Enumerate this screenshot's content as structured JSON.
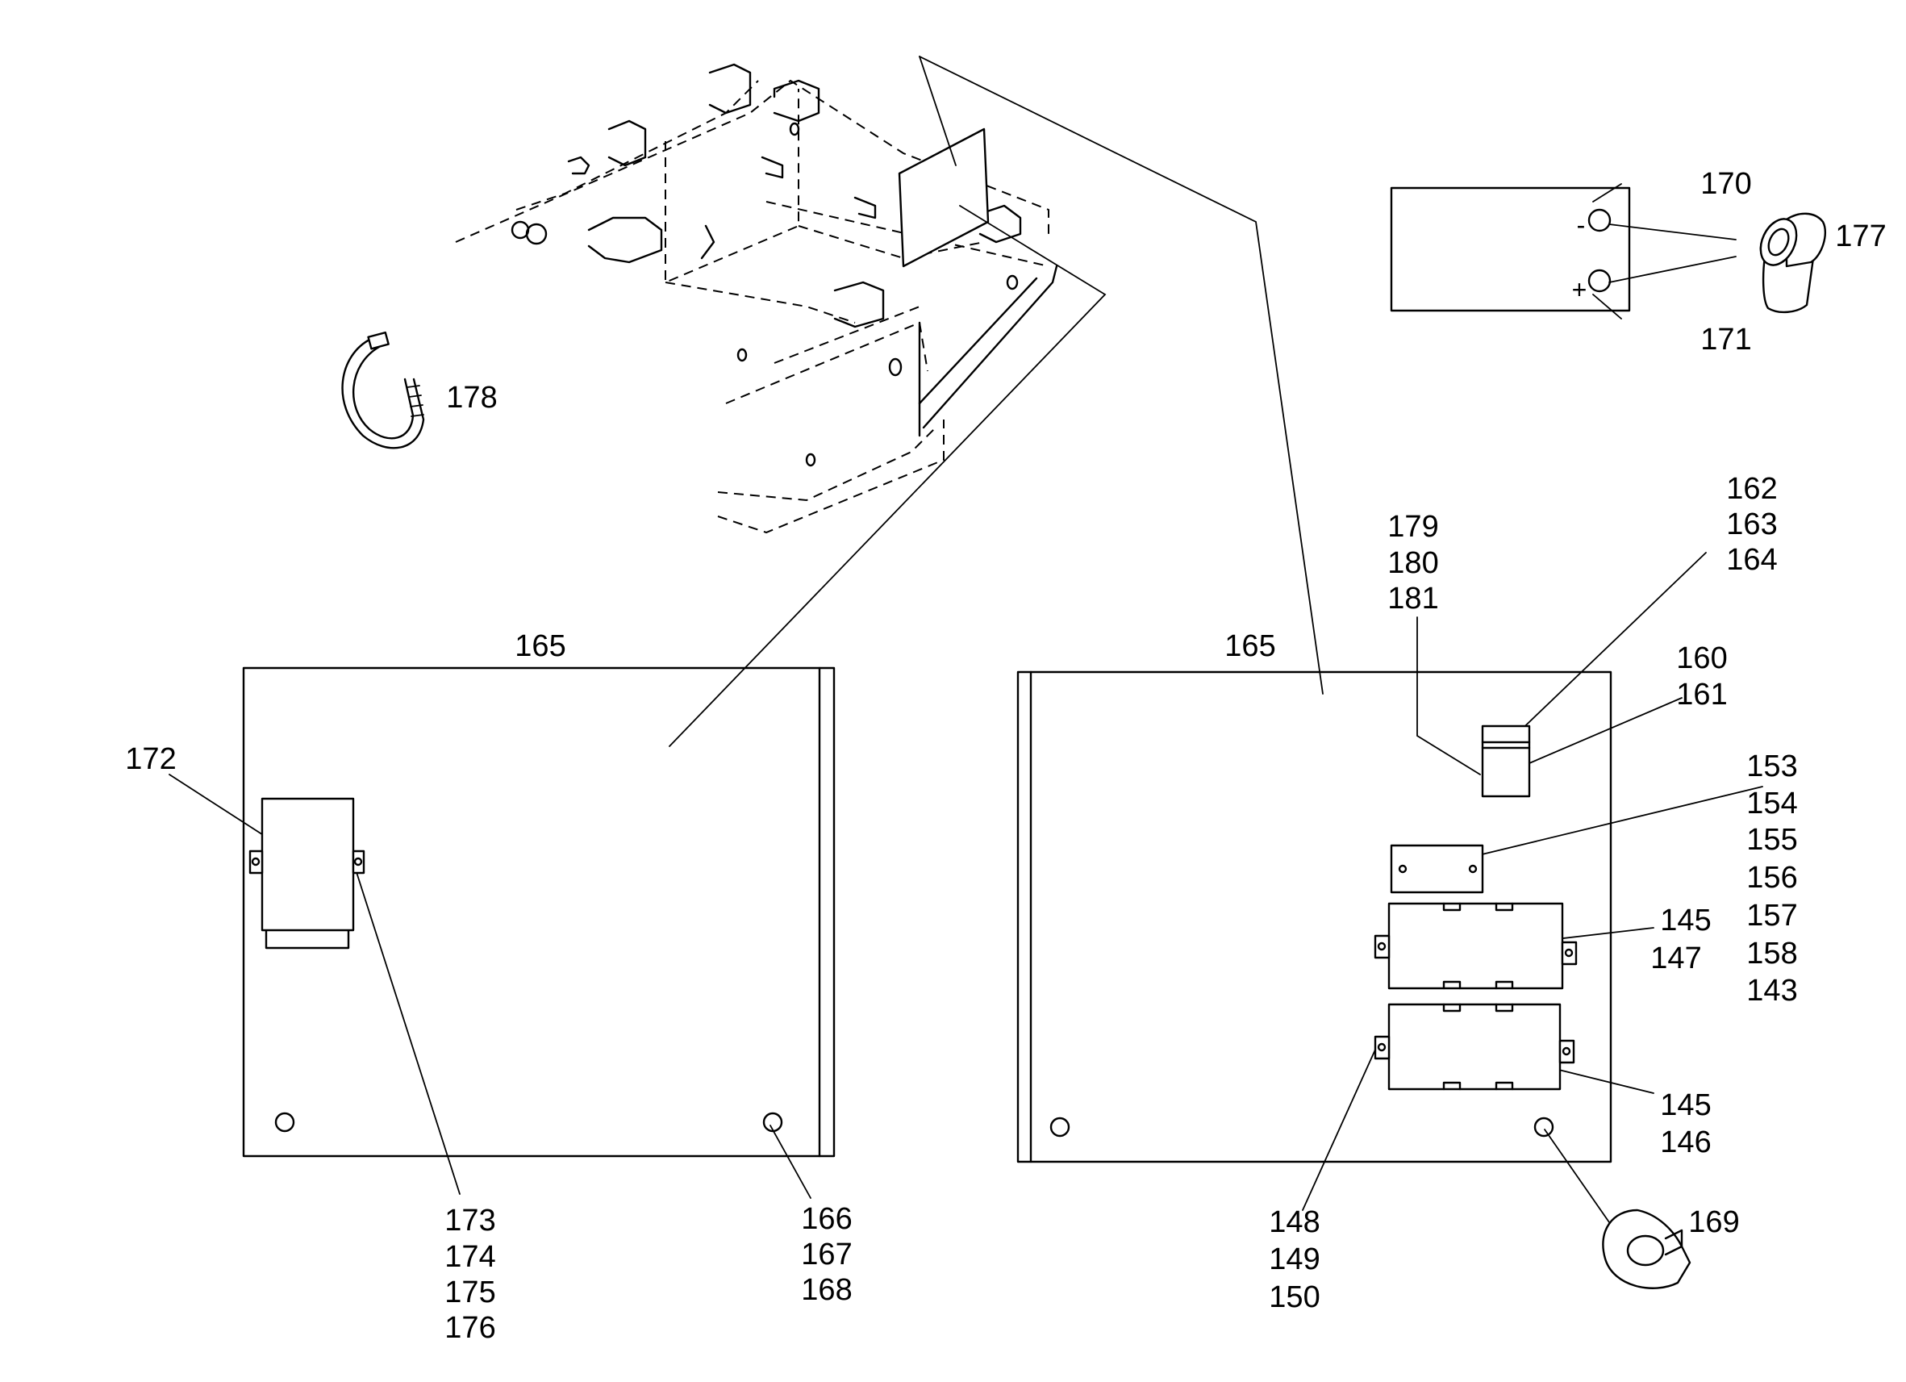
{
  "labels": {
    "l165a": "165",
    "l165b": "165",
    "l170": "170",
    "l171": "171",
    "l177": "177",
    "l178": "178",
    "l172": "172",
    "l173": "173",
    "l174": "174",
    "l175": "175",
    "l176": "176",
    "l166": "166",
    "l167": "167",
    "l168": "168",
    "l179": "179",
    "l180": "180",
    "l181": "181",
    "l162": "162",
    "l163": "163",
    "l164": "164",
    "l160": "160",
    "l161": "161",
    "l153": "153",
    "l154": "154",
    "l155": "155",
    "l156": "156",
    "l157": "157",
    "l158": "158",
    "l143": "143",
    "l145a": "145",
    "l147": "147",
    "l145b": "145",
    "l146": "146",
    "l148": "148",
    "l149": "149",
    "l150": "150",
    "l169": "169"
  },
  "symbols": {
    "minus": "-",
    "plus": "+"
  }
}
